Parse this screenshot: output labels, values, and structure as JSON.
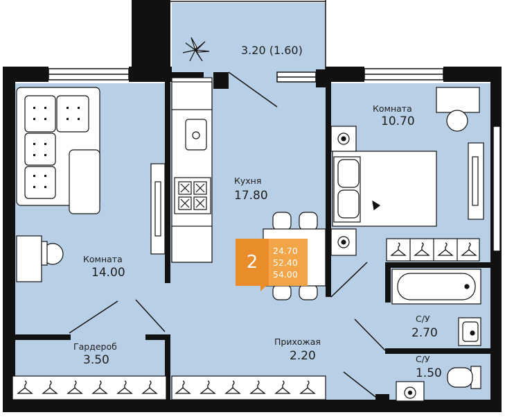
{
  "colors": {
    "floor": "#b8cfe6",
    "wall": "#111111",
    "furniture": "#ffffff",
    "accent": "#e98c2a",
    "accent_light": "#f2a547"
  },
  "balcony": {
    "label": "3.20 (1.60)"
  },
  "rooms": {
    "kitchen": {
      "name": "Кухня",
      "area": "17.80"
    },
    "room_left": {
      "name": "Комната",
      "area": "14.00"
    },
    "room_right": {
      "name": "Комната",
      "area": "10.70"
    },
    "wardrobe": {
      "name": "Гардероб",
      "area": "3.50"
    },
    "hallway": {
      "name": "Прихожая",
      "area": "2.20"
    },
    "bathroom": {
      "name": "С/У",
      "area": "2.70"
    },
    "toilet": {
      "name": "С/У",
      "area": "1.50"
    }
  },
  "badge": {
    "rooms_count": "2",
    "areas": [
      "24.70",
      "52.40",
      "54.00"
    ]
  },
  "icons": [
    "balcony-plant-icon",
    "hanger-icon",
    "sink-icon",
    "stove-icon",
    "bathtub-icon",
    "toilet-icon",
    "washing-machine-icon"
  ]
}
